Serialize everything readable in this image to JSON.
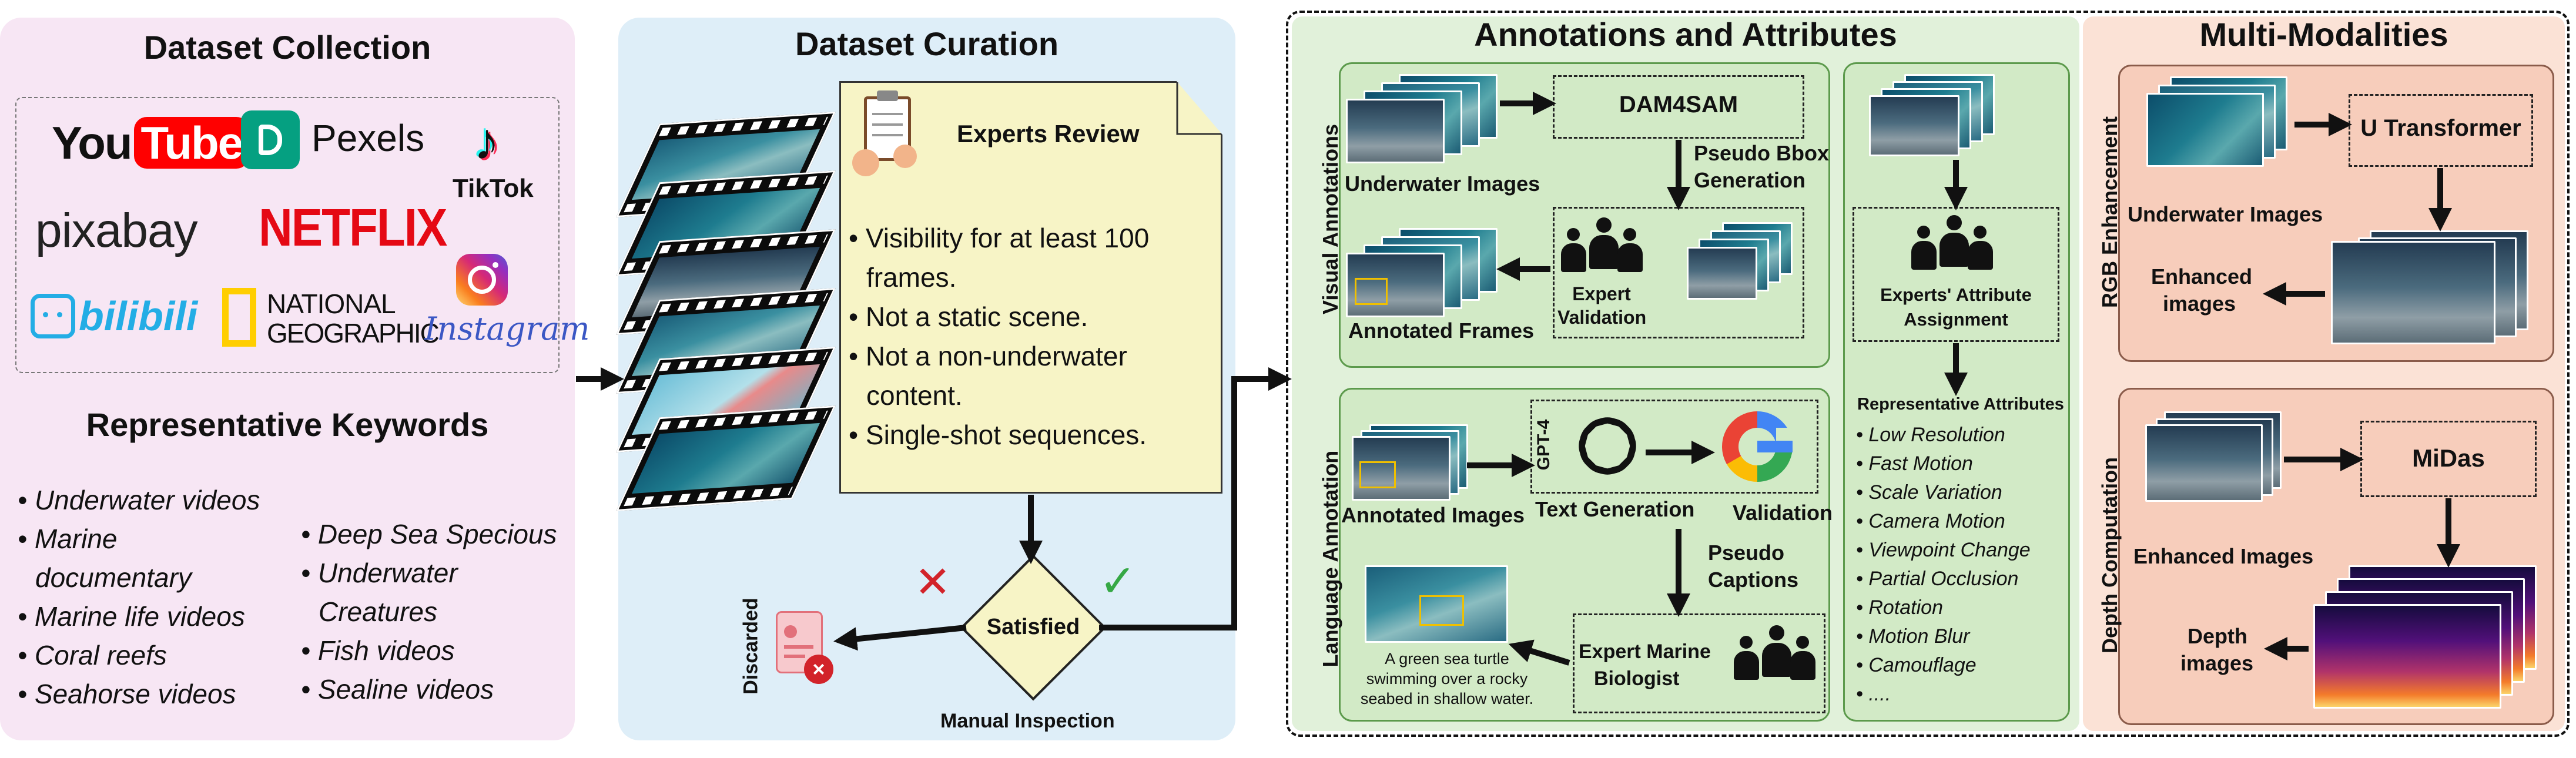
{
  "colors": {
    "collection_bg": "#f7e6f4",
    "curation_bg": "#deeef8",
    "annotation_bg": "#e1f1da",
    "multimodal_bg": "#fbe2d6",
    "review_note_bg": "#f7f4c6",
    "youtube_red": "#ff0000",
    "netflix_red": "#e50914",
    "pexels_green": "#05a081",
    "bilibili_blue": "#23ade5",
    "natgeo_yellow": "#ffce00",
    "reject_red": "#d2232a",
    "accept_green": "#35a845"
  },
  "collection": {
    "title": "Dataset Collection",
    "logos": {
      "youtube_a": "You",
      "youtube_b": "Tube",
      "pexels": "Pexels",
      "tiktok": "TikTok",
      "pixabay": "pixabay",
      "netflix": "NETFLIX",
      "bilibili": "bilibili",
      "natgeo_1": "NATIONAL",
      "natgeo_2": "GEOGRAPHIC",
      "instagram": "Instagram"
    },
    "keywords_title": "Representative Keywords",
    "keywords_left": [
      "• Underwater videos",
      "• Marine",
      "documentary",
      "• Marine life videos",
      "• Coral reefs",
      "• Seahorse videos"
    ],
    "keywords_right": [
      "• Deep Sea Specious",
      "• Underwater",
      "Creatures",
      "• Fish videos",
      "• Sealine videos"
    ]
  },
  "curation": {
    "title": "Dataset Curation",
    "review_title": "Experts Review",
    "criteria": [
      "•  Visibility for at least 100",
      "frames.",
      "• Not a static scene.",
      "• Not a non-underwater",
      "content.",
      "• Single-shot sequences."
    ],
    "decision": "Satisfied",
    "decision_caption": "Manual Inspection",
    "discarded": "Discarded"
  },
  "annotations": {
    "title": "Annotations and Attributes",
    "visual_label": "Visual Annotations",
    "language_label": "Language Annotation",
    "dam4sam": "DAM4SAM",
    "underwater_images": "Underwater Images",
    "pseudo_bbox_1": "Pseudo Bbox",
    "pseudo_bbox_2": "Generation",
    "expert_validation_1": "Expert",
    "expert_validation_2": "Validation",
    "annotated_frames": "Annotated Frames",
    "annotated_images": "Annotated Images",
    "gpt4": "GPT-4",
    "text_generation": "Text Generation",
    "validation": "Validation",
    "pseudo_captions_1": "Pseudo",
    "pseudo_captions_2": "Captions",
    "expert_marine_1": "Expert Marine",
    "expert_marine_2": "Biologist",
    "caption_example": [
      "A green sea turtle",
      "swimming over a rocky",
      "seabed in shallow water."
    ],
    "attr_assign_1": "Experts' Attribute",
    "attr_assign_2": "Assignment",
    "attr_title": "Representative Attributes",
    "attributes": [
      "• Low Resolution",
      "• Fast Motion",
      "• Scale Variation",
      "• Camera Motion",
      "• Viewpoint Change",
      "• Partial Occlusion",
      "• Rotation",
      "• Motion Blur",
      "• Camouflage",
      "• ...."
    ]
  },
  "multimodal": {
    "title": "Multi-Modalities",
    "rgb_label": "RGB Enhancement",
    "depth_label": "Depth Computation",
    "u_transformer": "U Transformer",
    "underwater_images": "Underwater Images",
    "enhanced_images_1": "Enhanced",
    "enhanced_images_2": "images",
    "midas": "MiDas",
    "enhanced_images_full": "Enhanced Images",
    "depth_images_1": "Depth",
    "depth_images_2": "images"
  }
}
